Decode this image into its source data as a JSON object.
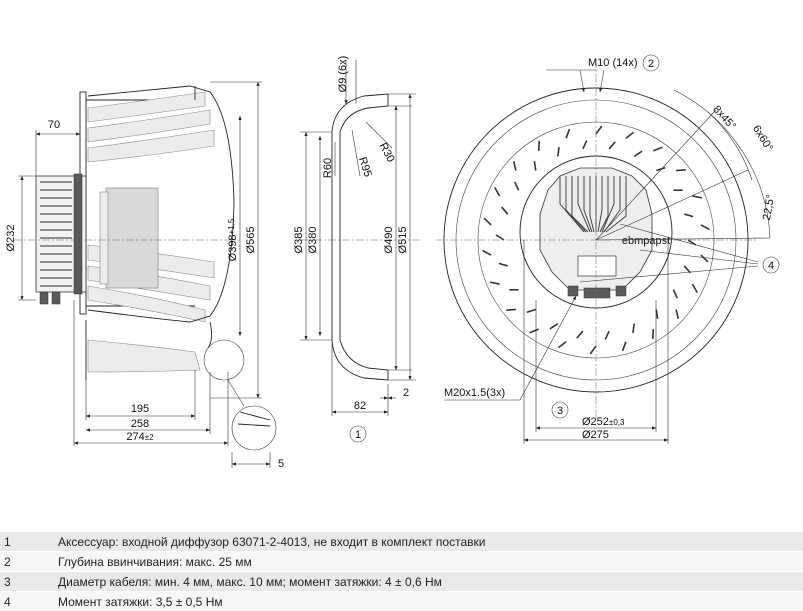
{
  "dimensions": {
    "left_view": {
      "d70": "70",
      "d232": "Ø232",
      "d398": "Ø398",
      "d398_tol": "+1,5",
      "d565": "Ø565",
      "d195": "195",
      "d258": "258",
      "d274": "274",
      "d274_tol": "±2",
      "d5": "5"
    },
    "middle_view": {
      "d9": "Ø9 (6x)",
      "r30": "R30",
      "r60": "R60",
      "r95": "R95",
      "d385": "Ø385",
      "d380": "Ø380",
      "d490": "Ø490",
      "d515": "Ø515",
      "d82": "82",
      "d2": "2"
    },
    "right_view": {
      "m10": "M10 (14x)",
      "a845": "8x45°",
      "a660": "6x60°",
      "a225": "22,5°",
      "m20": "M20x1.5(3x)",
      "d252": "Ø252",
      "d252_tol": "±0,3",
      "d275": "Ø275"
    }
  },
  "callouts": {
    "c1": "1",
    "c2": "2",
    "c3": "3",
    "c4": "4"
  },
  "label_plate_text": "ebmpapst",
  "legend": [
    {
      "num": "1",
      "text": "Аксессуар: входной диффузор 63071-2-4013, не входит в комплект поставки"
    },
    {
      "num": "2",
      "text": "Глубина ввинчивания: макс. 25 мм"
    },
    {
      "num": "3",
      "text": "Диаметр кабеля: мин. 4 мм, макс. 10 мм; момент затяжки: 4 ± 0,6 Нм"
    },
    {
      "num": "4",
      "text": "Момент затяжки: 3,5 ± 0,5 Нм"
    }
  ]
}
